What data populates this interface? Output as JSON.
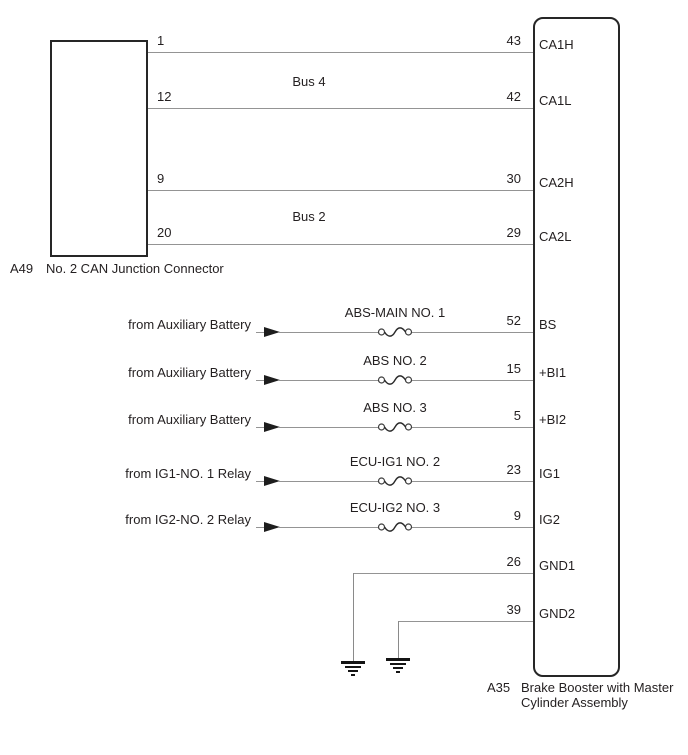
{
  "a49": {
    "code": "A49",
    "name": "No. 2 CAN Junction Connector"
  },
  "a35": {
    "code": "A35",
    "name_line1": "Brake Booster with Master",
    "name_line2": "Cylinder Assembly"
  },
  "buses": [
    {
      "label": "Bus 4"
    },
    {
      "label": "Bus 2"
    }
  ],
  "can_wires": [
    {
      "a49_pin": "1",
      "a35_pin": "43",
      "terminal": "CA1H"
    },
    {
      "a49_pin": "12",
      "a35_pin": "42",
      "terminal": "CA1L"
    },
    {
      "a49_pin": "9",
      "a35_pin": "30",
      "terminal": "CA2H"
    },
    {
      "a49_pin": "20",
      "a35_pin": "29",
      "terminal": "CA2L"
    }
  ],
  "power_rows": [
    {
      "source": "from Auxiliary Battery",
      "fuse": "ABS-MAIN NO. 1",
      "pin": "52",
      "terminal": "BS"
    },
    {
      "source": "from Auxiliary Battery",
      "fuse": "ABS NO. 2",
      "pin": "15",
      "terminal": "+BI1"
    },
    {
      "source": "from Auxiliary Battery",
      "fuse": "ABS NO. 3",
      "pin": "5",
      "terminal": "+BI2"
    },
    {
      "source": "from IG1-NO. 1 Relay",
      "fuse": "ECU-IG1 NO. 2",
      "pin": "23",
      "terminal": "IG1"
    },
    {
      "source": "from IG2-NO. 2 Relay",
      "fuse": "ECU-IG2 NO. 3",
      "pin": "9",
      "terminal": "IG2"
    }
  ],
  "ground_rows": [
    {
      "pin": "26",
      "terminal": "GND1"
    },
    {
      "pin": "39",
      "terminal": "GND2"
    }
  ],
  "colors": {
    "background": "#ffffff",
    "wire": "#949494",
    "outline": "#262626",
    "text": "#231f20"
  }
}
